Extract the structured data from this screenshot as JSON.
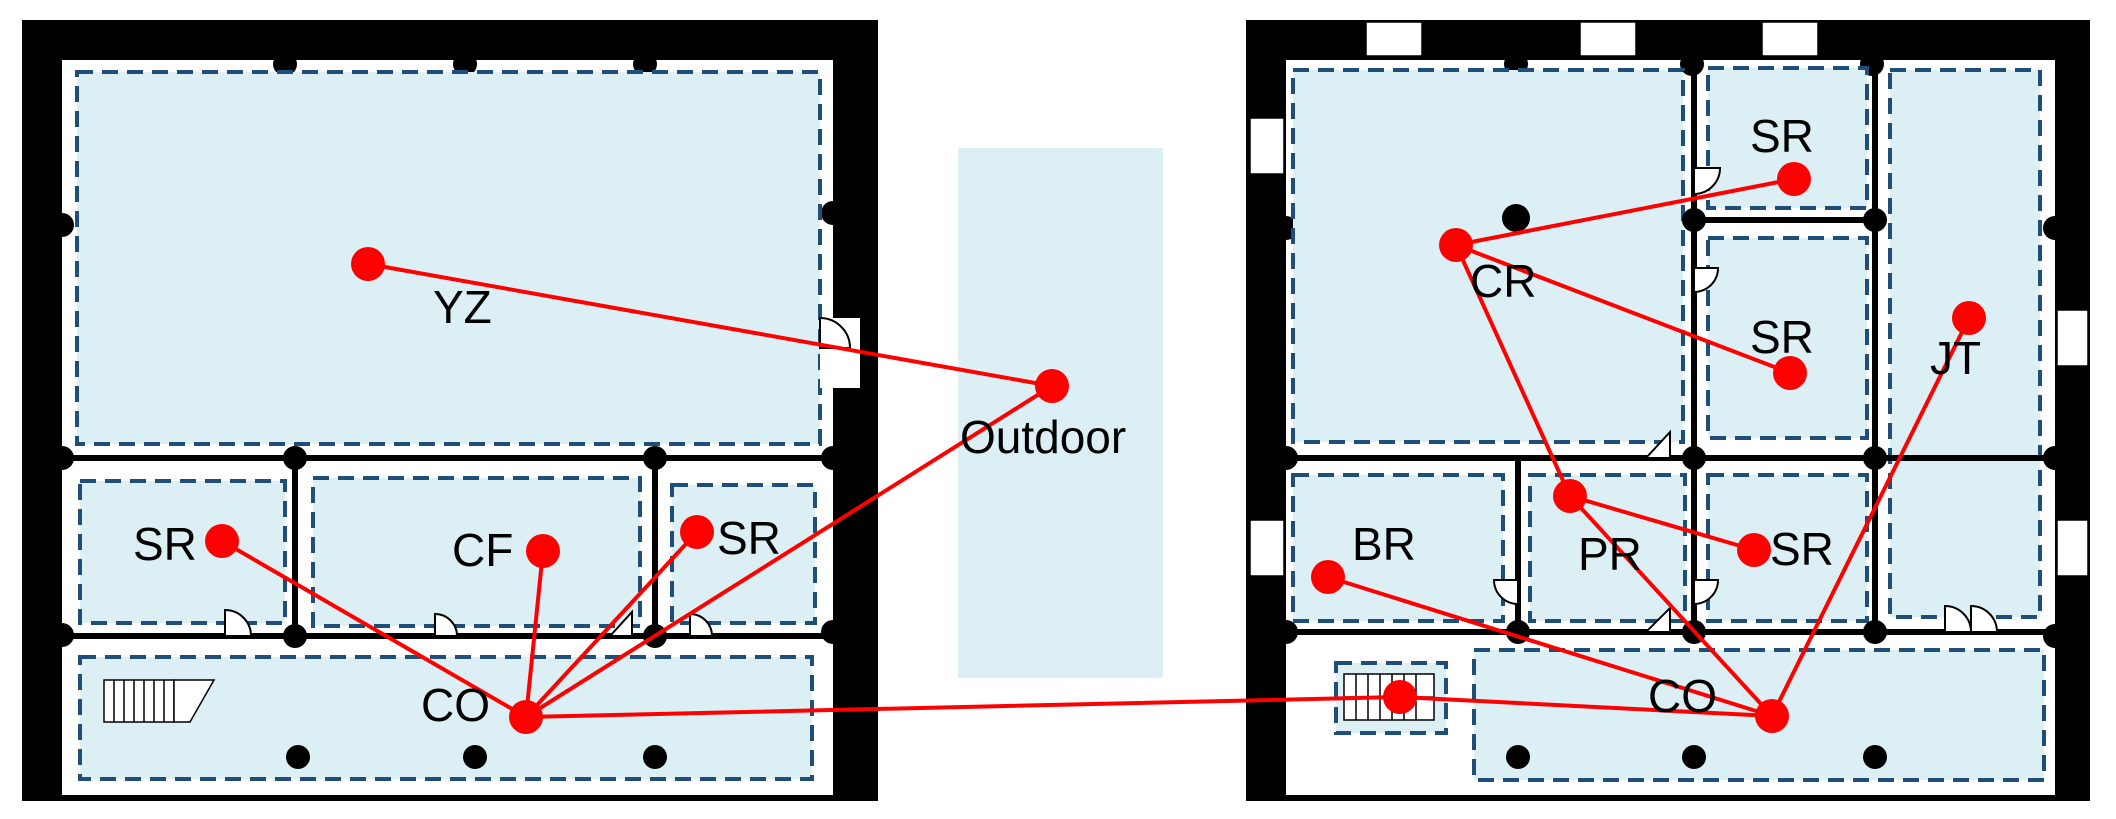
{
  "diagram": {
    "type": "floor-plan-graph",
    "colors": {
      "room_fill": "#dbeff4",
      "room_outline": "#1f4e79",
      "node": "#ff0000",
      "edge": "#ff0000",
      "wall": "#000000"
    },
    "left_plan": {
      "rooms": {
        "yz": "YZ",
        "sr_left": "SR",
        "cf": "CF",
        "sr_right": "SR",
        "co": "CO"
      }
    },
    "outdoor": {
      "label": "Outdoor"
    },
    "right_plan": {
      "rooms": {
        "cr": "CR",
        "sr_top": "SR",
        "sr_mid": "SR",
        "jt": "JT",
        "br": "BR",
        "pr": "PR",
        "sr_low": "SR",
        "co": "CO"
      }
    },
    "edges": [
      [
        "YZ",
        "Outdoor"
      ],
      [
        "Outdoor",
        "CO (left)"
      ],
      [
        "CO (left)",
        "SR (left)"
      ],
      [
        "CO (left)",
        "CF"
      ],
      [
        "CO (left)",
        "SR (right)"
      ],
      [
        "CO (left)",
        "Stairs (right building)"
      ],
      [
        "Stairs (right building)",
        "CO (right)"
      ],
      [
        "CO (right)",
        "BR"
      ],
      [
        "CO (right)",
        "PR"
      ],
      [
        "CO (right)",
        "JT"
      ],
      [
        "PR",
        "SR (lower)"
      ],
      [
        "PR",
        "CR"
      ],
      [
        "CR",
        "SR (top)"
      ],
      [
        "CR",
        "SR (middle)"
      ]
    ]
  }
}
